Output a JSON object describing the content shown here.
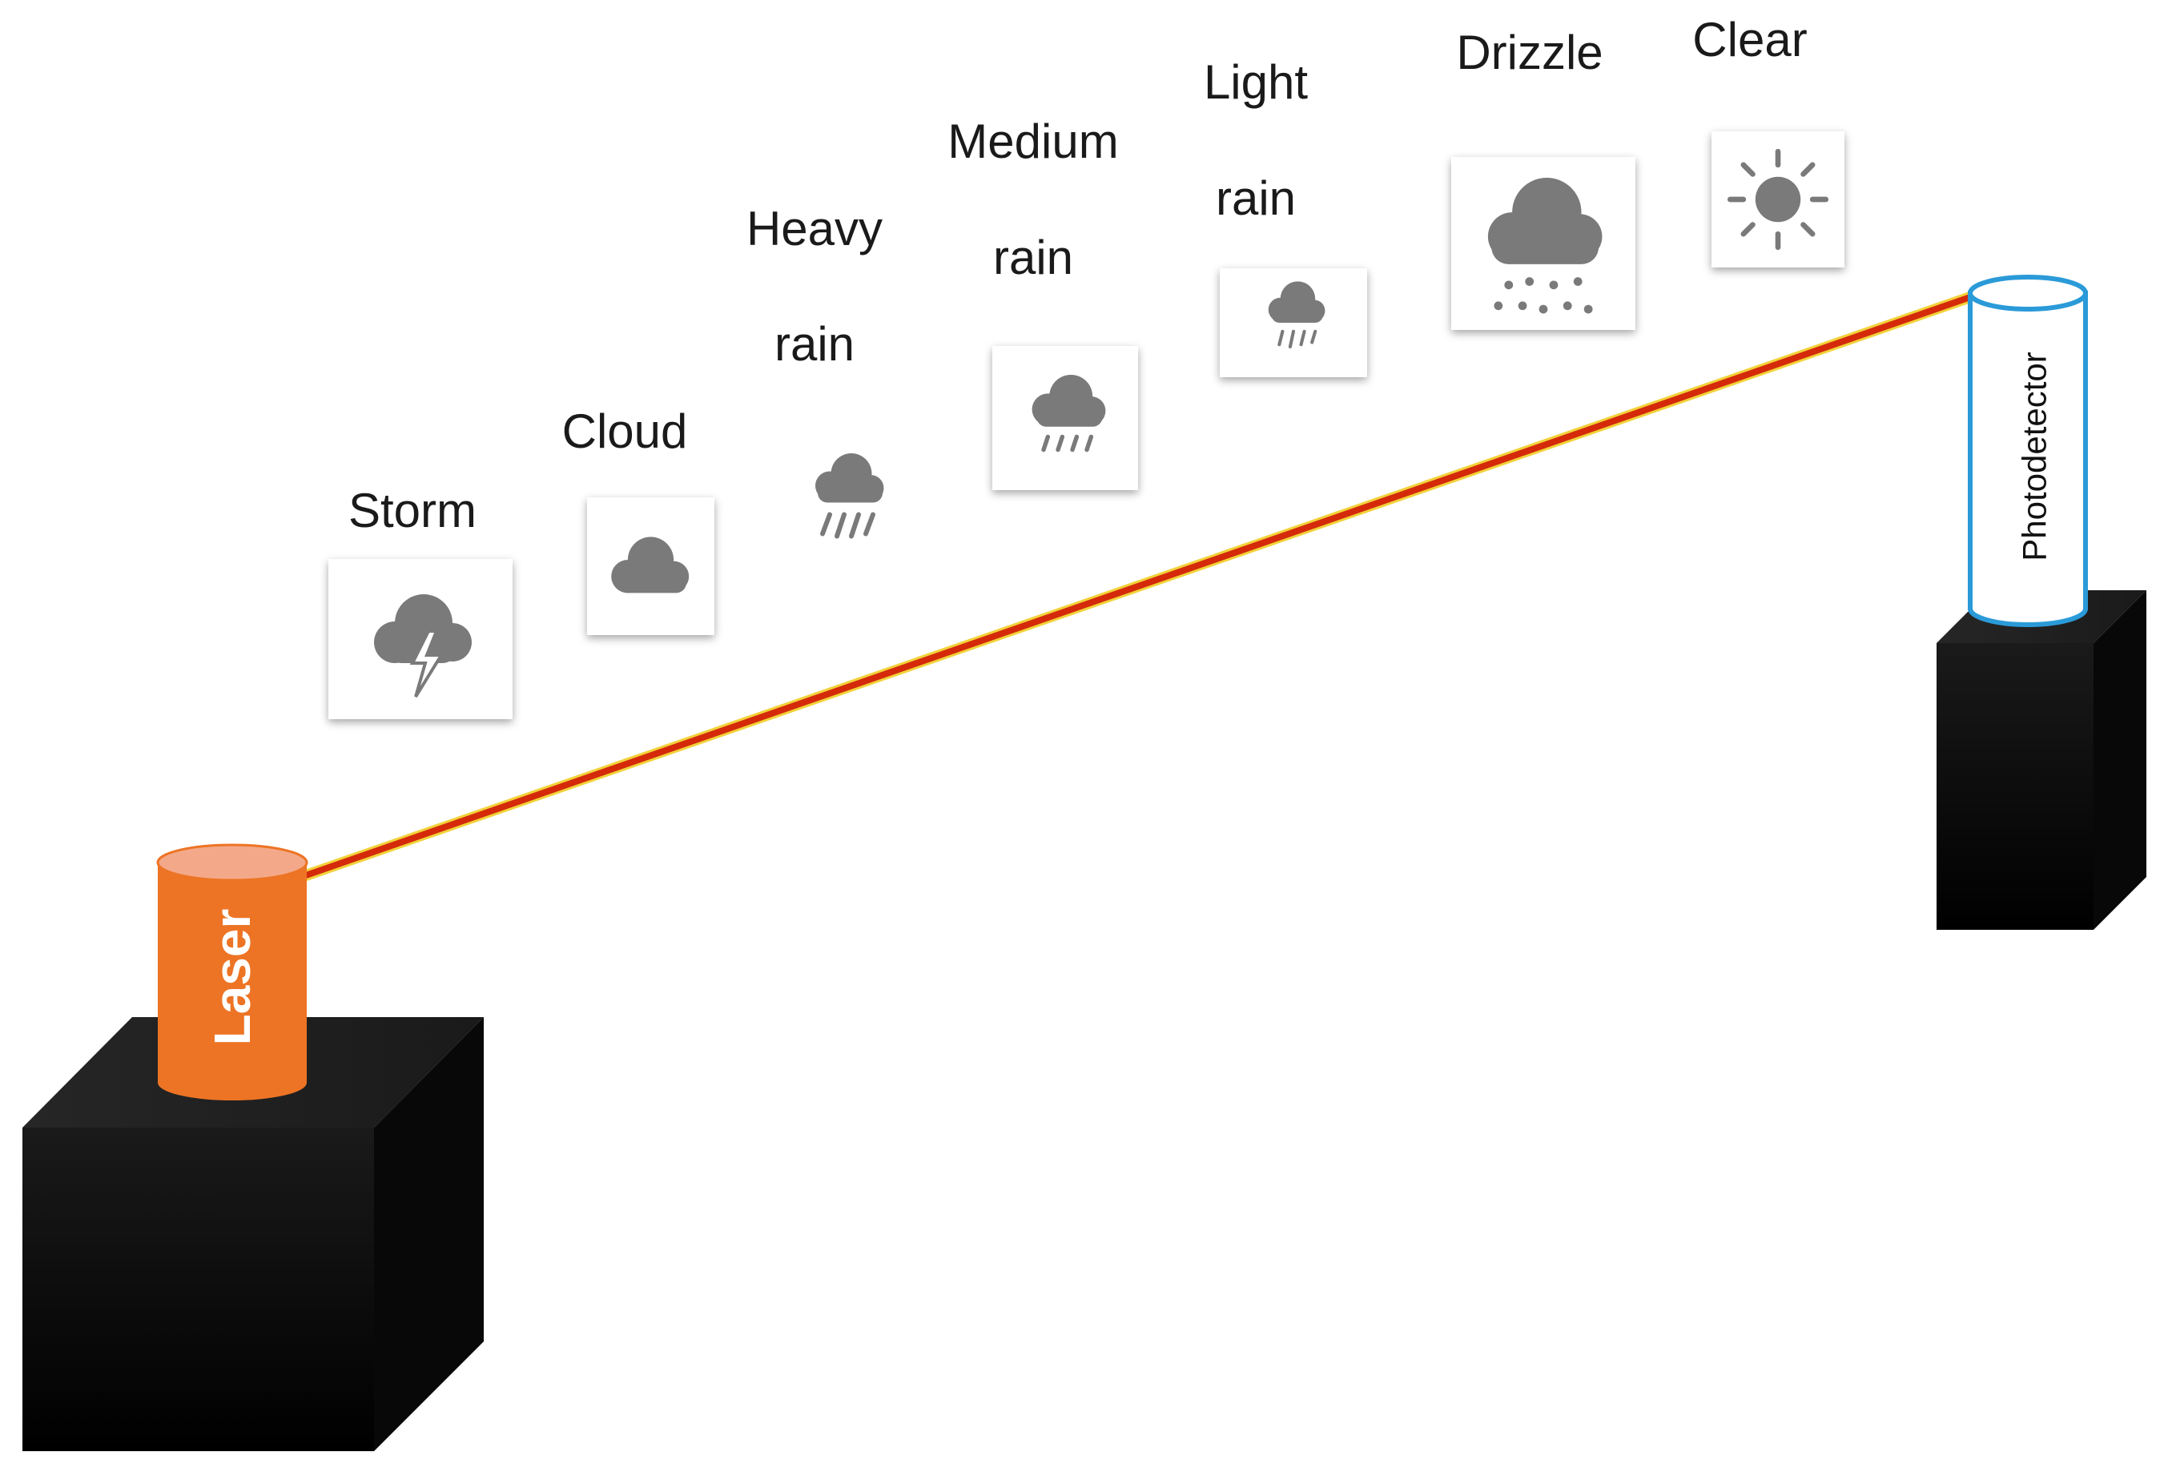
{
  "devices": {
    "laser_label": "Laser",
    "photodetector_label": "Photodetector"
  },
  "conditions": [
    {
      "lines": [
        "Storm"
      ],
      "icon": "storm-icon"
    },
    {
      "lines": [
        "Cloud"
      ],
      "icon": "cloud-icon"
    },
    {
      "lines": [
        "Heavy",
        "rain"
      ],
      "icon": "heavy-rain-icon"
    },
    {
      "lines": [
        "Medium",
        "rain"
      ],
      "icon": "medium-rain-icon"
    },
    {
      "lines": [
        "Light",
        "rain"
      ],
      "icon": "light-rain-icon"
    },
    {
      "lines": [
        "Drizzle"
      ],
      "icon": "drizzle-icon"
    },
    {
      "lines": [
        "Clear"
      ],
      "icon": "sun-icon"
    }
  ],
  "colors": {
    "laser_body": "#ed7425",
    "laser_top": "#f3a989",
    "beam": "#d42a0a",
    "beam_glow": "#f2d23a",
    "detector_outline": "#2b9ad8",
    "block": "#050505",
    "icon_gray": "#7a7a7a"
  }
}
